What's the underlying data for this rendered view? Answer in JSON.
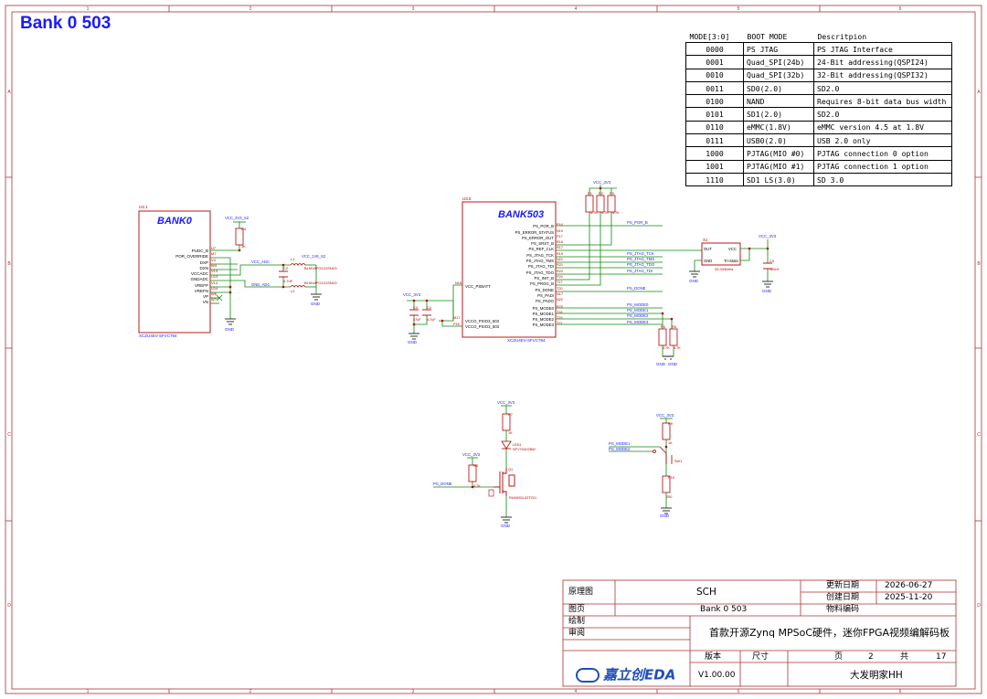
{
  "page_title": "Bank 0 503",
  "ruler": {
    "columns": [
      "1",
      "2",
      "3",
      "4",
      "5",
      "6"
    ],
    "rows": [
      "A",
      "B",
      "C",
      "D"
    ]
  },
  "boot_table": {
    "headers": [
      "MODE[3:0]",
      "BOOT MODE",
      "Descritpion"
    ],
    "rows": [
      [
        "0000",
        "PS JTAG",
        "PS JTAG Interface"
      ],
      [
        "0001",
        "Quad_SPI(24b)",
        "24-Bit addressing(QSPI24)"
      ],
      [
        "0010",
        "Quad_SPI(32b)",
        "32-Bit addressing(QSPI32)"
      ],
      [
        "0011",
        "SD0(2.0)",
        "SD2.0"
      ],
      [
        "0100",
        "NAND",
        "Requires 8-bit data bus width"
      ],
      [
        "0101",
        "SD1(2.0)",
        "SD2.0"
      ],
      [
        "0110",
        "eMMC(1.8V)",
        "eMMC version 4.5 at 1.8V"
      ],
      [
        "0111",
        "USB0(2.0)",
        "USB 2.0 only"
      ],
      [
        "1000",
        "PJTAG(MIO #0)",
        "PJTAG connection 0 option"
      ],
      [
        "1001",
        "PJTAG(MIO #1)",
        "PJTAG connection 1 option"
      ],
      [
        "1110",
        "SD1 LS(3.0)",
        "SD 3.0"
      ]
    ]
  },
  "bank0": {
    "title": "BANK0",
    "ref": "U3.1",
    "part": "XCZU4EV-SFVC784",
    "pins": [
      "PUDC_B",
      "POR_OVERRIDE",
      "DXP",
      "DXN",
      "VCCADC",
      "GNDADC",
      "VREFP",
      "VREFN",
      "VP",
      "VN"
    ],
    "pin_numbers": [
      "U7",
      "M7",
      "V4",
      "W4",
      "V13",
      "U13",
      "V14",
      "U14",
      "W6",
      "W7"
    ],
    "nets": {
      "vcc": "VCC_3V3_S2",
      "vcc_adc": "VCC_ADC",
      "gnd_adc": "GND_ADC",
      "l1_net": "VCC_1V8_S2"
    },
    "parts": {
      "r": "R4",
      "r_val": "1K",
      "l1": "L1",
      "l1_val": "BLM18PG121SN1D",
      "l2": "L2",
      "l2_val": "BLM18PG121SN1D",
      "c": "C2",
      "c_val": "4.7uF"
    },
    "gnd": "GND"
  },
  "bank503": {
    "title": "BANK503",
    "ref": "U3.6",
    "part": "XCZU4EV-SFVC784",
    "left_pins": [
      "VCC_PSBATT",
      "VCCO_PSIO3_503",
      "VCCO_PSIO3_503"
    ],
    "left_pin_numbers": [
      "N18",
      "M17",
      "P18"
    ],
    "right_pins": [
      "PS_POR_B",
      "PS_ERROR_STATUS",
      "PS_ERROR_OUT",
      "PS_SRST_B",
      "PS_REF_CLK",
      "PS_JTAG_TCK",
      "PS_JTAG_TMS",
      "PS_JTAG_TDI",
      "PS_JTAG_TDO",
      "PS_INIT_B",
      "PS_PROG_B",
      "PS_DONE",
      "PS_PADI",
      "PS_PADO",
      "PS_MODE0",
      "PS_MODE1",
      "PS_MODE2",
      "PS_MODE3"
    ],
    "right_pin_numbers": [
      "P16",
      "N19",
      "P17",
      "R16",
      "R17",
      "R19",
      "N21",
      "R21",
      "R22",
      "P20",
      "T17",
      "T20",
      "N17",
      "N22",
      "R20",
      "T18",
      "T19",
      "T21"
    ],
    "nets": [
      "PS_POR_B",
      "PS_JTAG_TCK",
      "PS_JTAG_TMS",
      "PS_JTAG_TDO",
      "PS_JTAG_TDI",
      "PS_DONE",
      "PS_MODE0",
      "PS_MODE1",
      "PS_MODE2",
      "PS_MODE3"
    ],
    "vcc": "VCC_3V3",
    "top_vcc": "VCC_3V3",
    "top_resistors": [
      {
        "ref": "R1",
        "val": "4.7K"
      },
      {
        "ref": "R2",
        "val": "4.7K"
      },
      {
        "ref": "R3",
        "val": "4.7K"
      }
    ],
    "caps": [
      {
        "ref": "C3",
        "val": "47uF"
      },
      {
        "ref": "C4",
        "val": "4.7uF"
      }
    ],
    "bottom_resistors": [
      {
        "ref": "R5",
        "val": "4.7K"
      },
      {
        "ref": "R6",
        "val": "4.7K"
      }
    ],
    "gnd": "GND"
  },
  "oscillator": {
    "ref": "X1",
    "pins": [
      "OUT",
      "GND",
      "VCC",
      "Tri-State"
    ],
    "part": "33.333MHz",
    "vcc": "VCC_3V3",
    "cap": "C5",
    "cap_val": "100nF",
    "gnd": "GND"
  },
  "led_circuit": {
    "vcc": "VCC_3V3",
    "r_top": "R7",
    "r_top_val": "1K",
    "led": "LED1",
    "led_part": "SPYY0402BW",
    "q": "Q1",
    "q_part": "RUM001L02T2CL",
    "vcc2": "VCC_3V3",
    "r_gate": "R8",
    "r_gate_val": "4.7K",
    "net": "PS_DONE",
    "gnd": "GND"
  },
  "mode_switch": {
    "vcc": "VCC_3V3",
    "r_top": "R9",
    "r_top_val": "1K",
    "nets": [
      "PS_MODE1",
      "PS_MODE2"
    ],
    "sw": "SW1",
    "r_bot": "R10",
    "r_bot_val": "200",
    "gnd": "GND"
  },
  "title_block": {
    "schematic_label": "原理图",
    "schematic_value": "SCH",
    "updated_label": "更新日期",
    "updated_date": "2026-06-27",
    "created_label": "创建日期",
    "created_date": "2025-11-20",
    "page_label": "图页",
    "page_value": "Bank 0 503",
    "part_no_label": "物料编码",
    "drawn_label": "绘制",
    "review_label": "审阅",
    "project": "首款开源Zynq MPSoC硬件，迷你FPGA视频编解码板",
    "version_label": "版本",
    "size_label": "尺寸",
    "page_no_label": "页",
    "page_no": "2",
    "total_label": "共",
    "total": "17",
    "logo": "嘉立创EDA",
    "version": "V1.00.00",
    "author": "大发明家HH"
  },
  "colors": {
    "border": "#a33",
    "wire": "#0a8a0a",
    "component": "#b00000",
    "net_label": "#1a1aff",
    "title": "#1a1aff"
  }
}
